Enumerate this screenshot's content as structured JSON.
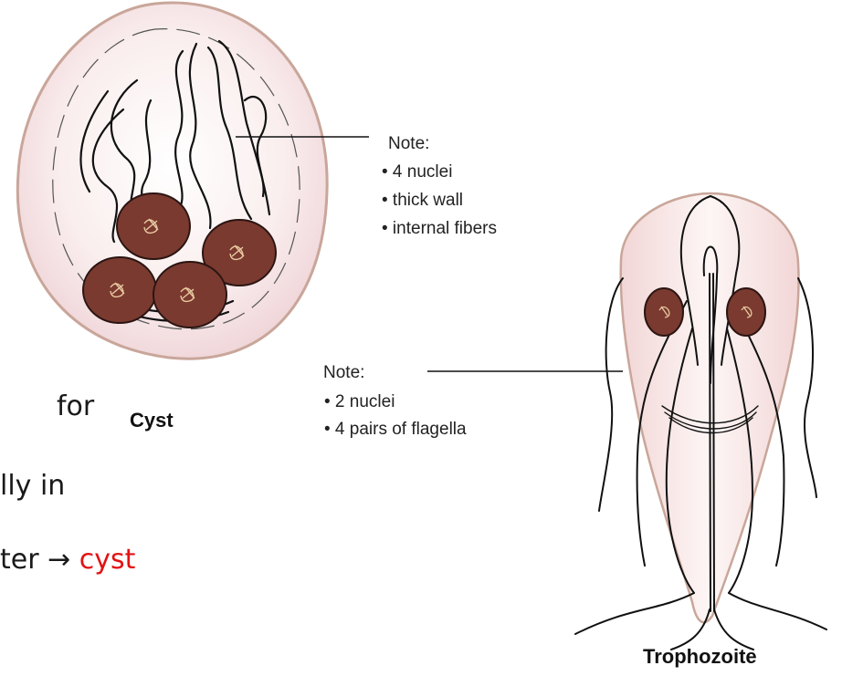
{
  "cyst": {
    "caption": "Cyst",
    "note": {
      "heading": "Note:",
      "items": [
        "• 4 nuclei",
        "• thick wall",
        "• internal fibers"
      ]
    }
  },
  "trophozoite": {
    "caption": "Trophozoite",
    "note": {
      "heading": "Note:",
      "items": [
        "• 2 nuclei",
        "• 4 pairs of flagella"
      ]
    }
  },
  "slide_text": {
    "line1": "for",
    "line2": "lly in",
    "line3_prefix": "ter",
    "line3_arrow": "→",
    "line3_highlight": "cyst"
  },
  "colors": {
    "cell_fill": "#f7e4e4",
    "cell_outline": "#c9a69a",
    "nucleus_fill": "#7a3a30",
    "chromatin": "#e8c9a0",
    "highlight_red": "#e31212"
  }
}
